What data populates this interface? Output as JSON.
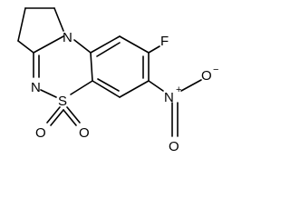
{
  "molecule": {
    "atoms": {
      "fluorine": "F",
      "ring_nitrogen": "N",
      "imine_nitrogen": "N",
      "sulfur": "S",
      "sulfonyl_oxygen_left": "O",
      "sulfonyl_oxygen_right": "O",
      "nitro_nitrogen": "N",
      "nitro_oxygen_top": "O",
      "nitro_oxygen_bottom": "O"
    },
    "charges": {
      "nitro_nitrogen_charge": "+",
      "nitro_oxygen_charge": "−"
    }
  },
  "colors": {
    "background": "#ffffff",
    "ink": "#000000"
  }
}
